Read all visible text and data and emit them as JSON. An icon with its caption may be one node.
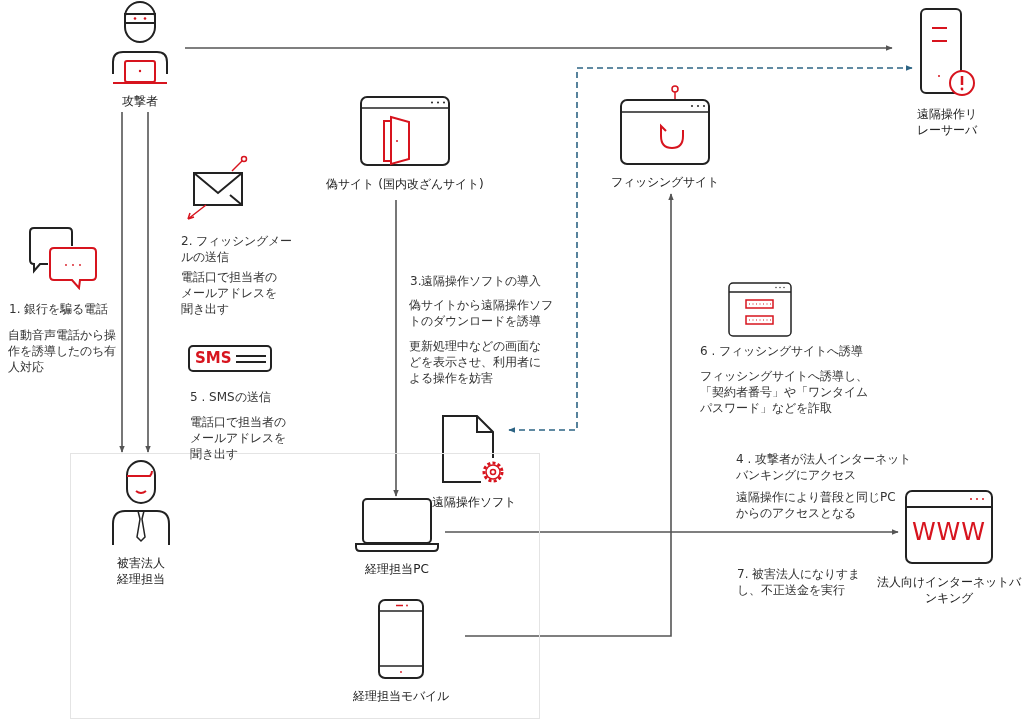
{
  "diagram": {
    "nodes": [
      {
        "text": [
          "攻撃者"
        ]
      },
      {
        "text": [
          "遠隔操作リレーサーバ"
        ]
      },
      {
        "text": [
          "偽サイト (国内改ざんサイト)"
        ]
      },
      {
        "text": [
          "フィッシングサイト"
        ]
      },
      {
        "text": [
          "遠隔操作ソフト"
        ]
      },
      {
        "text": [],
        "shape": "box"
      },
      {
        "text": [
          "被害法人経理担当"
        ],
        "in": 5
      },
      {
        "text": [
          "経理担当PC"
        ],
        "in": 5
      },
      {
        "text": [
          "経理担当モバイル"
        ],
        "in": 5
      },
      {
        "text": [
          "WWW",
          "法人向けインターネットバンキング"
        ]
      }
    ],
    "edges": [
      {
        "from": 0,
        "to": 1,
        "arrow": "to"
      },
      {
        "from": 0,
        "to": 5,
        "arrow": "to"
      },
      {
        "from": 0,
        "to": 5,
        "arrow": "to"
      },
      {
        "from": 2,
        "to": 7,
        "arrow": "to"
      },
      {
        "from": 4,
        "to": 1,
        "arrow": "both",
        "style": "dashed",
        "color": "#2d6484"
      },
      {
        "from": 7,
        "to": 9,
        "arrow": "to"
      },
      {
        "from": 8,
        "to": 3,
        "arrow": "to"
      }
    ],
    "labels": [
      "1. 銀行を騙る電話",
      "自動音声電話から操作を誘導したのち有人対応",
      "2. フィッシングメールの送信",
      "電話口で担当者のメールアドレスを聞き出す",
      "SMS",
      "5 . SMSの送信",
      "電話口で担当者のメールアドレスを聞き出す",
      "3.遠隔操作ソフトの導入",
      "偽サイトから遠隔操作ソフトのダウンロードを誘導",
      "更新処理中などの画面などを表示させ、利用者による操作を妨害",
      "6 . フィッシングサイトへ誘導",
      "フィッシングサイトへ誘導し、「契約者番号」や「ワンタイムパスワード」などを詐取",
      "4 . 攻撃者が法人インターネットバンキングにアクセス",
      "遠隔操作により普段と同じPCからのアクセスとなる",
      "7. 被害法人になりすまし、不正送金を実行"
    ]
  }
}
